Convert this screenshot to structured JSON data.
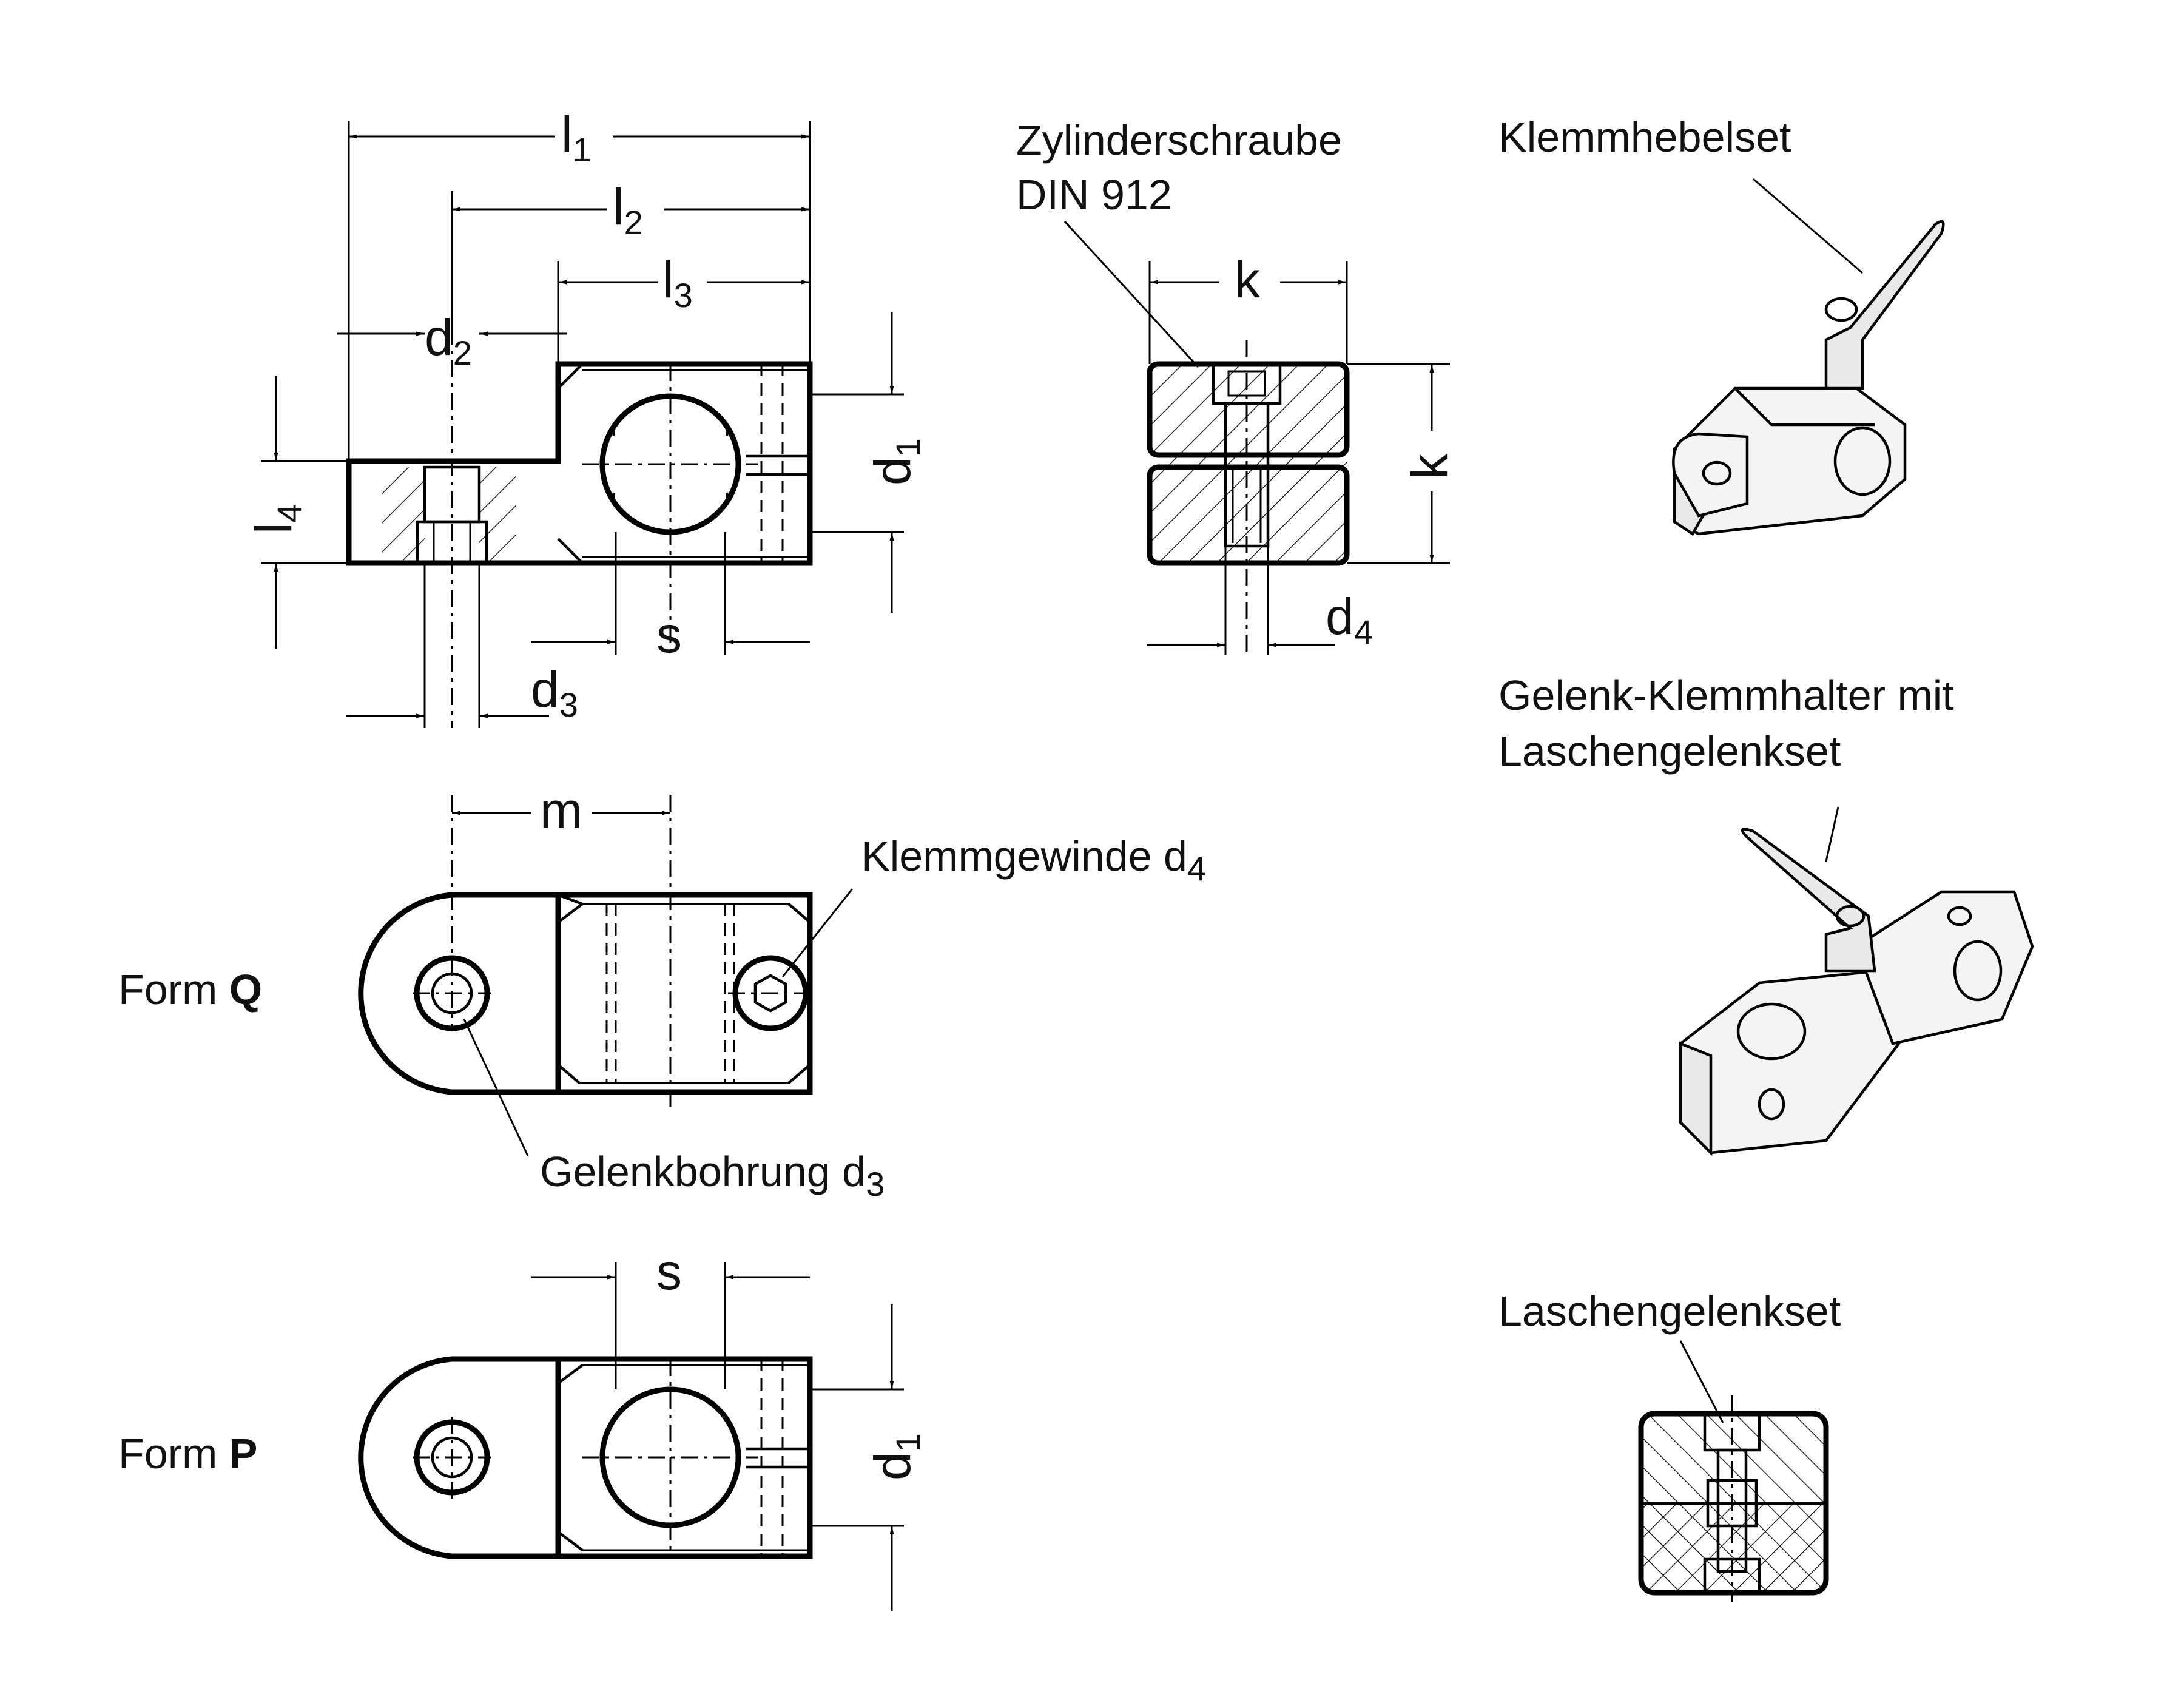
{
  "labels": {
    "zylinderschraube_line1": "Zylinderschraube",
    "zylinderschraube_line2": "DIN 912",
    "klemmhebelset": "Klemmhebelset",
    "gelenk_klemmhalter_line1": "Gelenk-Klemmhalter mit",
    "gelenk_klemmhalter_line2": "Laschengelenkset",
    "laschengelenkset": "Laschengelenkset",
    "klemmgewinde": "Klemmgewinde d",
    "klemmgewinde_sub": "4",
    "gelenkbohrung": "Gelenkbohrung d",
    "gelenkbohrung_sub": "3",
    "form_q_prefix": "Form ",
    "form_q_letter": "Q",
    "form_p_prefix": "Form ",
    "form_p_letter": "P"
  },
  "dimensions": {
    "l1": {
      "base": "l",
      "sub": "1"
    },
    "l2": {
      "base": "l",
      "sub": "2"
    },
    "l3": {
      "base": "l",
      "sub": "3"
    },
    "l4": {
      "base": "l",
      "sub": "4"
    },
    "d1": {
      "base": "d",
      "sub": "1"
    },
    "d1_p": {
      "base": "d",
      "sub": "1"
    },
    "d2": {
      "base": "d",
      "sub": "2"
    },
    "d3": {
      "base": "d",
      "sub": "3"
    },
    "d4": {
      "base": "d",
      "sub": "4"
    },
    "s": "s",
    "s_p": "s",
    "k_h": "k",
    "k_v": "k",
    "m": "m"
  },
  "colors": {
    "line": "#000000",
    "hatch": "#000000",
    "background": "#ffffff"
  }
}
